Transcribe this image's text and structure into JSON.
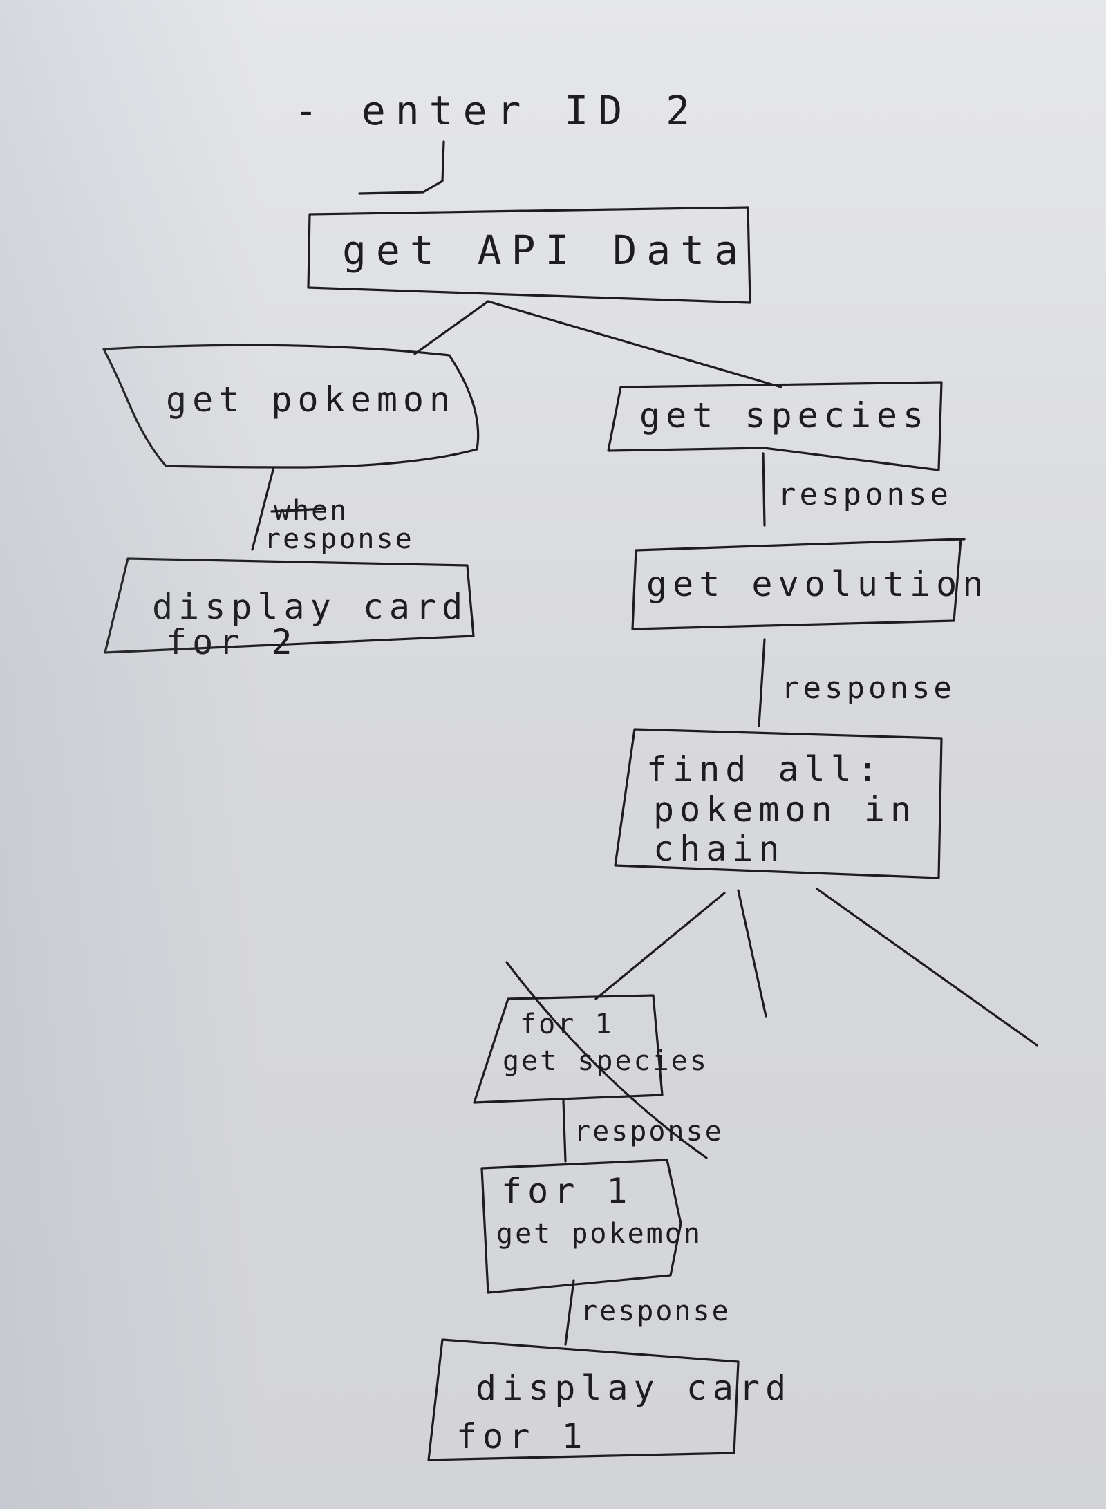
{
  "diagram": {
    "start": "- enter ID 2",
    "nodes": {
      "get_api_data": "get API Data",
      "get_pokemon": "get pokemon",
      "display_card_2": [
        "display card",
        "for 2"
      ],
      "get_species": "get species",
      "get_evolution": "get evolution",
      "find_all": [
        "find all:",
        "pokemon in",
        "chain"
      ],
      "for1_get_species": [
        "for 1",
        "get species"
      ],
      "for1_get_pokemon": [
        "for 1",
        "get pokemon"
      ],
      "display_card_1": [
        "display card",
        "for 1"
      ]
    },
    "edge_labels": {
      "pokemon_response_struck": "when",
      "pokemon_response": "response",
      "species_response": "response",
      "evolution_response": "response",
      "for1_species_response": "response",
      "for1_pokemon_response": "response"
    }
  },
  "colors": {
    "ink": "#1d1d1f",
    "paper": "#e2e3e6"
  }
}
